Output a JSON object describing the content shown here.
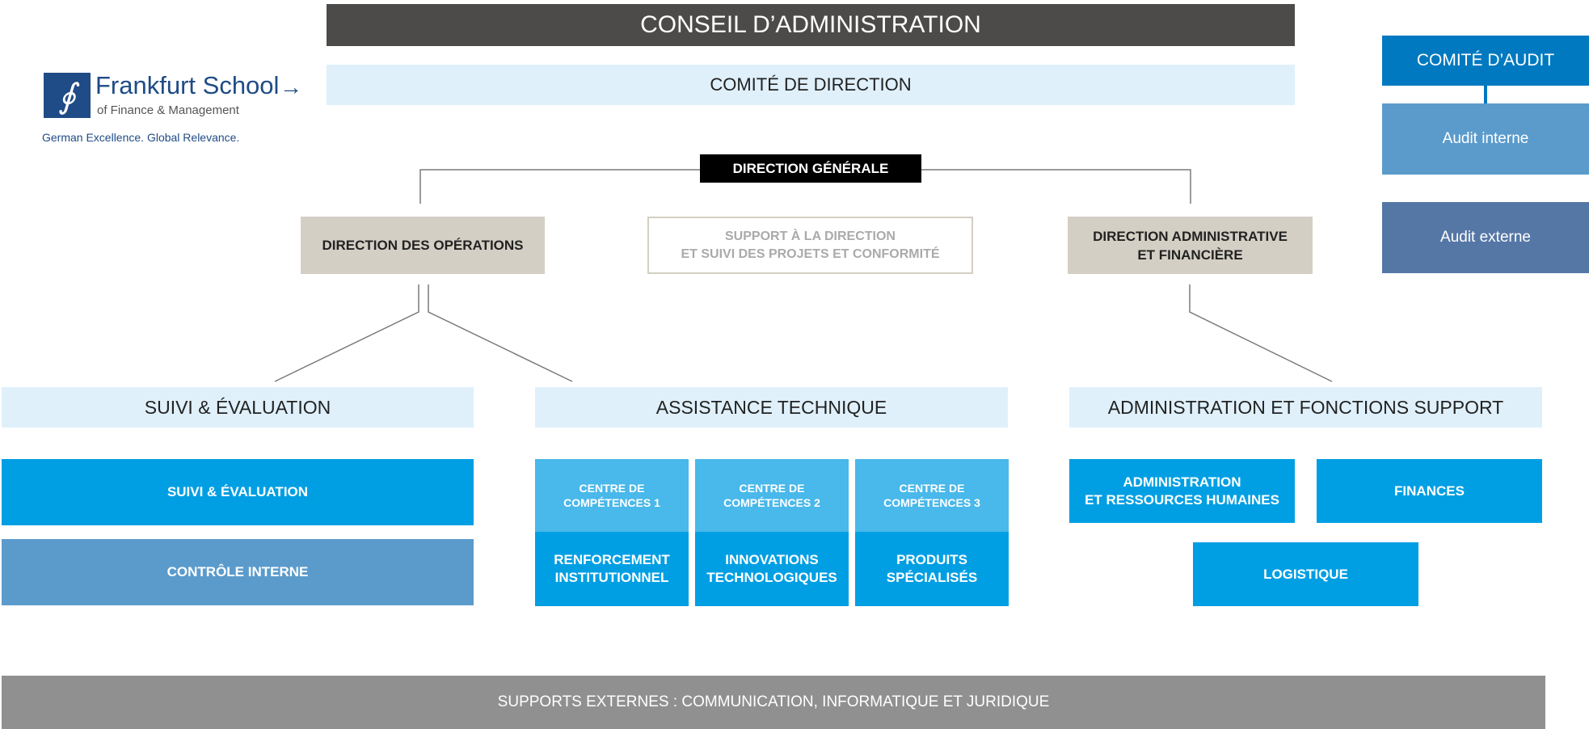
{
  "board": "CONSEIL D’ADMINISTRATION",
  "management_committee": "COMITÉ DE DIRECTION",
  "general_direction": "DIRECTION GÉNÉRALE",
  "logo": {
    "name": "Frankfurt School",
    "subtitle": "of Finance & Management",
    "tagline": "German Excellence. Global Relevance.",
    "mark": "∮"
  },
  "arrow": "→",
  "audit": {
    "committee": "COMITÉ D’AUDIT",
    "internal": "Audit interne",
    "external": "Audit externe"
  },
  "operations": "DIRECTION DES OPÉRATIONS",
  "support": "SUPPORT À LA DIRECTION\nET SUIVI DES PROJETS ET CONFORMITÉ",
  "admin_finance": "DIRECTION ADMINISTRATIVE\nET FINANCIÈRE",
  "sections": {
    "monitoring": "SUIVI & ÉVALUATION",
    "technical": "ASSISTANCE TECHNIQUE",
    "admin_support": "ADMINISTRATION ET FONCTIONS SUPPORT"
  },
  "monitoring_units": {
    "monitoring": "SUIVI & ÉVALUATION",
    "internal_control": "CONTRÔLE INTERNE"
  },
  "competence_centers": [
    {
      "header": "CENTRE DE\nCOMPÉTENCES 1",
      "name": "RENFORCEMENT\nINSTITUTIONNEL"
    },
    {
      "header": "CENTRE DE\nCOMPÉTENCES 2",
      "name": "INNOVATIONS\nTECHNOLOGIQUES"
    },
    {
      "header": "CENTRE DE\nCOMPÉTENCES 3",
      "name": "PRODUITS\nSPÉCIALISÉS"
    }
  ],
  "admin_units": {
    "hr": "ADMINISTRATION\nET RESSOURCES HUMAINES",
    "finance": "FINANCES",
    "logistics": "LOGISTIQUE"
  },
  "external_support": "SUPPORTS EXTERNES : COMMUNICATION, INFORMATIQUE ET JURIDIQUE",
  "colors": {
    "board": "#4d4b49",
    "light_blue": "#dff0fb",
    "black": "#000000",
    "beige": "#d4cfc4",
    "blue": "#009fe3",
    "light_blue_unit": "#49b8ea",
    "steel_blue": "#5b9bcc",
    "navy_blue": "#5577a6",
    "audit_blue": "#0079c0",
    "grey": "#909090"
  }
}
